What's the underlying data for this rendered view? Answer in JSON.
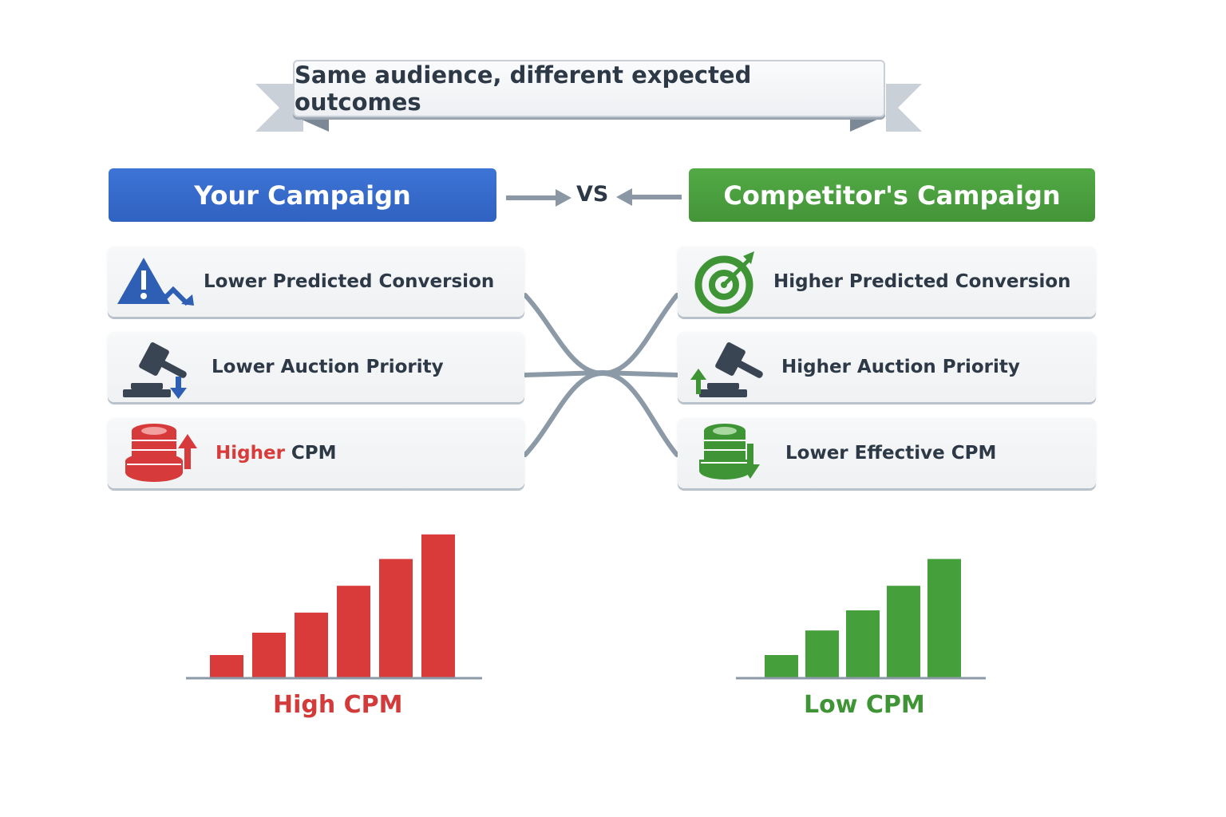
{
  "title": "Same audience, different expected outcomes",
  "vs_label": "VS",
  "left": {
    "header": "Your Campaign",
    "color": "#3468c8",
    "items": [
      {
        "icon": "warning-trend-down-icon",
        "text": "Lower Predicted Conversion"
      },
      {
        "icon": "gavel-arrow-down-icon",
        "text": "Lower Auction Priority"
      },
      {
        "icon": "coins-arrow-up-icon",
        "text_highlight": "Higher",
        "text": " CPM",
        "highlight_color": "#d93a3a"
      }
    ],
    "chart_label": "High CPM",
    "chart_color": "#d93a3a"
  },
  "right": {
    "header": "Competitor's Campaign",
    "color": "#4a9e3c",
    "items": [
      {
        "icon": "target-arrow-icon",
        "text": "Higher Predicted Conversion"
      },
      {
        "icon": "gavel-arrow-up-icon",
        "text": "Higher Auction Priority"
      },
      {
        "icon": "coins-arrow-down-icon",
        "text": "Lower Effective CPM"
      }
    ],
    "chart_label": "Low CPM",
    "chart_color": "#45a03b"
  },
  "chart_data": [
    {
      "type": "bar",
      "label": "High CPM",
      "values": [
        1,
        2,
        2.9,
        4.1,
        5.3,
        6.4
      ]
    },
    {
      "type": "bar",
      "label": "Low CPM",
      "values": [
        1,
        2.1,
        3,
        4.1,
        5.3
      ]
    }
  ]
}
